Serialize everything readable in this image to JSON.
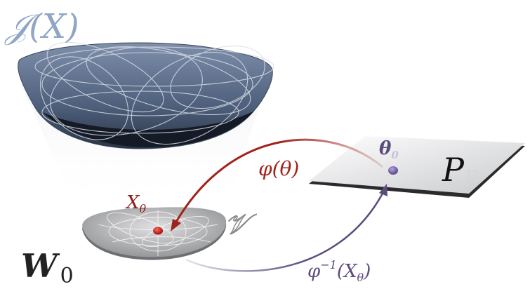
{
  "labels": {
    "jacobian_J": "𝒥",
    "jacobian_paren": "(X)",
    "phi_theta": "φ(θ)",
    "theta": "θ",
    "theta_subscript": "0",
    "P": "P",
    "P_subscript": "P",
    "X_main": "X",
    "X_subscript": "θ",
    "V": "𝒱",
    "W": "W",
    "W_subscript": "0",
    "phi_inv": "φ",
    "phi_inv_superscript": "−1",
    "phi_inv_arg": "(X",
    "phi_inv_arg_sub": "θ",
    "phi_inv_close": ")"
  },
  "colors": {
    "jacobian_label": "#8fa6c4",
    "bowl_top": "#5c6f8c",
    "bowl_dark": "#141b26",
    "phi_arrow": "#a0231b",
    "phi_inv_arrow": "#5c4c7c",
    "theta_label": "#5b4c80",
    "point_red": "#c0221c",
    "point_purple": "#7a68a8"
  }
}
